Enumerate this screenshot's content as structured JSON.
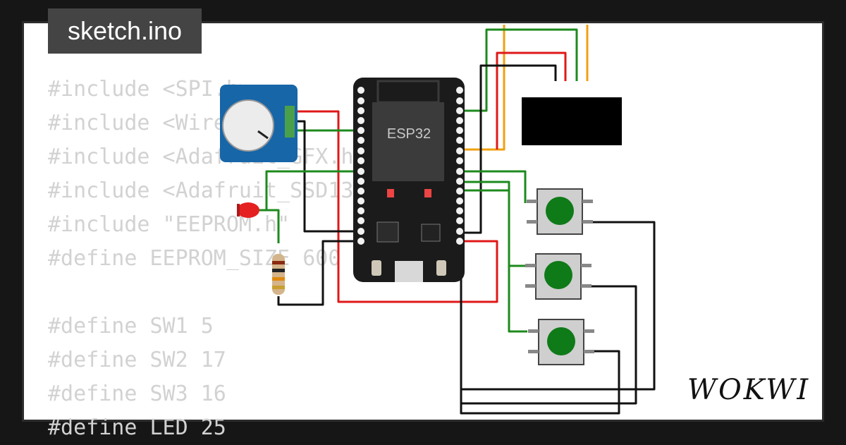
{
  "sketch": {
    "filename": "sketch.ino",
    "code_lines": [
      "#include <SPI.h>",
      "#include <Wire.h>",
      "#include <Adafruit_GFX.h>",
      "#include <Adafruit_SSD1306.h>",
      "#include \"EEPROM.h\"",
      "#define EEPROM_SIZE 600",
      "",
      "#define SW1 5",
      "#define SW2 17",
      "#define SW3 16",
      "#define LED 25"
    ]
  },
  "board": {
    "label": "ESP32"
  },
  "brand": {
    "logo_text": "WOKWI"
  },
  "colors": {
    "wire_red": "#e01818",
    "wire_green": "#1d8a1d",
    "wire_black": "#111111",
    "wire_orange": "#f0a010",
    "pot_board": "#1766a8",
    "button_cap": "#0f7a18"
  },
  "icons": [
    "potentiometer-icon",
    "led-icon",
    "resistor-icon",
    "pushbutton-icon",
    "oled-display-icon",
    "esp32-board-icon"
  ]
}
